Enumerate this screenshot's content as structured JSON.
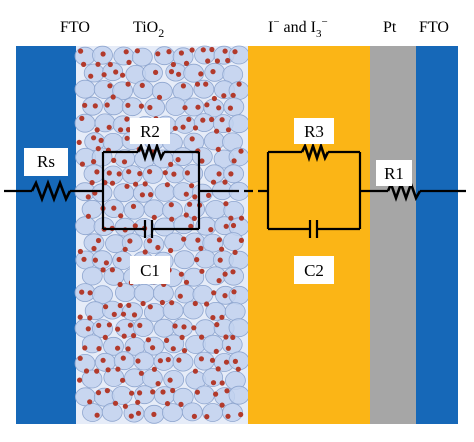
{
  "headers": {
    "fto_left": "FTO",
    "tio2_base": "TiO",
    "tio2_sub": "2",
    "electrolyte_a": "I",
    "electrolyte_sup_a": "−",
    "electrolyte_and": " and I",
    "electrolyte_sub_b": "3",
    "electrolyte_sup_b": "−",
    "pt": "Pt",
    "fto_right": "FTO"
  },
  "components": {
    "rs": "Rs",
    "r2": "R2",
    "c1": "C1",
    "r3": "R3",
    "c2": "C2",
    "r1": "R1"
  },
  "colors": {
    "fto": "#1668b8",
    "tio2_bg": "#e6ecf8",
    "tio2_particle": "#c2d2ee",
    "tio2_particle_edge": "#8fa6cf",
    "tio2_dot": "#b23a2c",
    "electrolyte": "#fbb516",
    "pt": "#a6a6a6",
    "label_bg": "#ffffff"
  }
}
